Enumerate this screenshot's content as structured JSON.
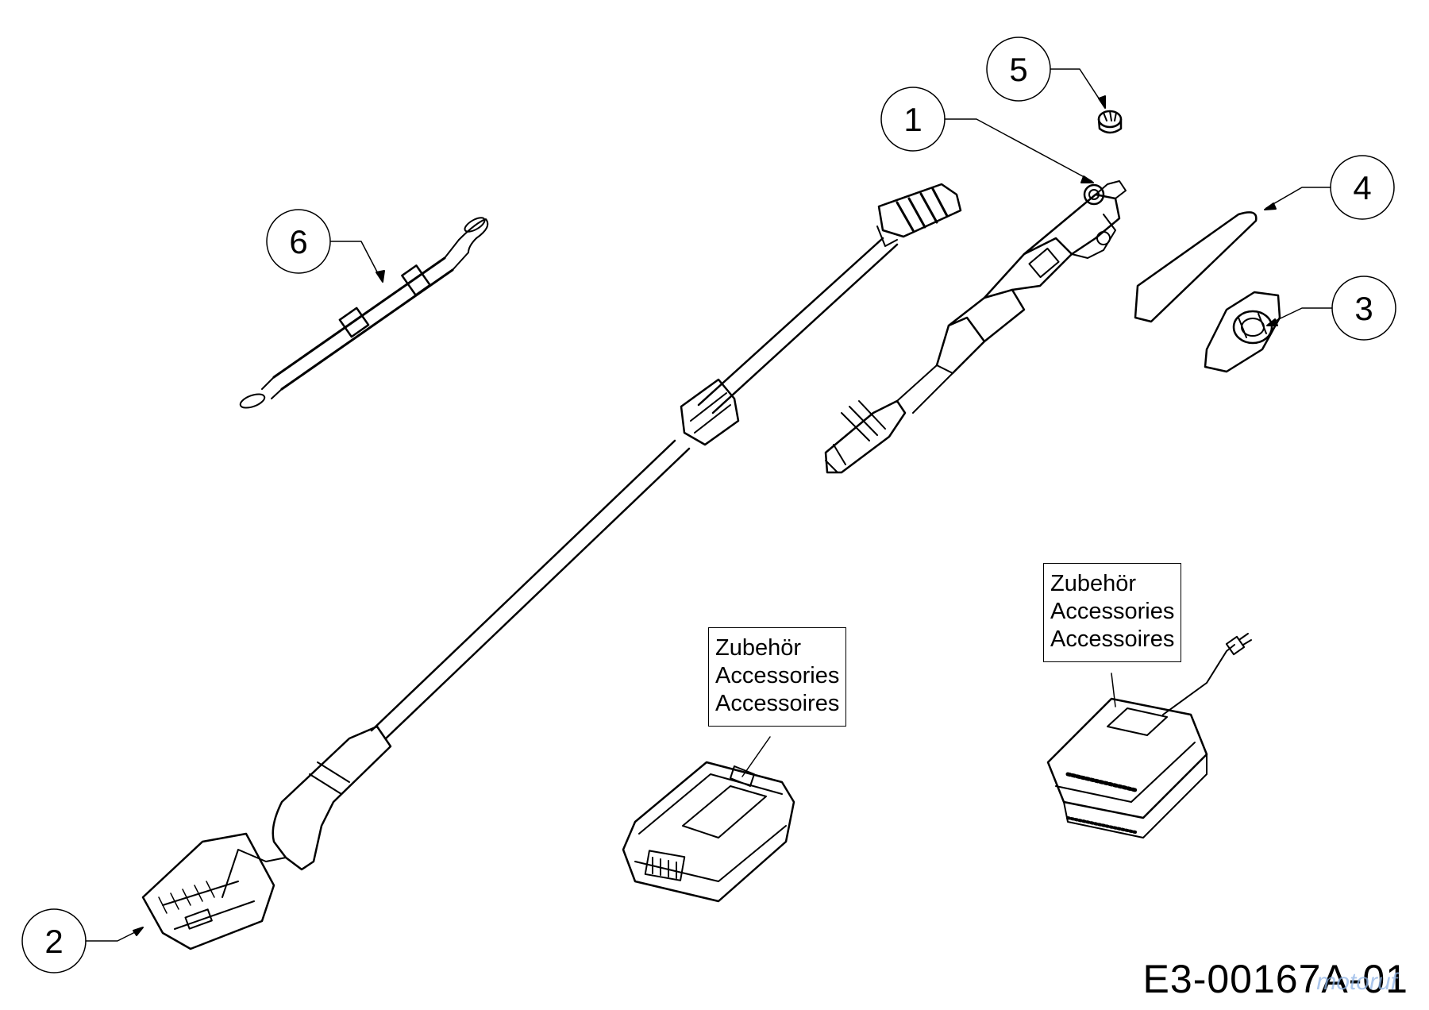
{
  "callouts": [
    "1",
    "2",
    "3",
    "4",
    "5",
    "6"
  ],
  "accessory_labels": {
    "battery": [
      "Zubehör",
      "Accessories",
      "Accessoires"
    ],
    "charger": [
      "Zubehör",
      "Accessories",
      "Accessoires"
    ]
  },
  "drawing_code": "E3-00167A-01",
  "watermark": "motoruf",
  "parts": [
    "pole-saw-head",
    "handle-pole",
    "chain-cover",
    "saw-bar",
    "oil-cap",
    "shoulder-strap",
    "battery",
    "charger"
  ]
}
